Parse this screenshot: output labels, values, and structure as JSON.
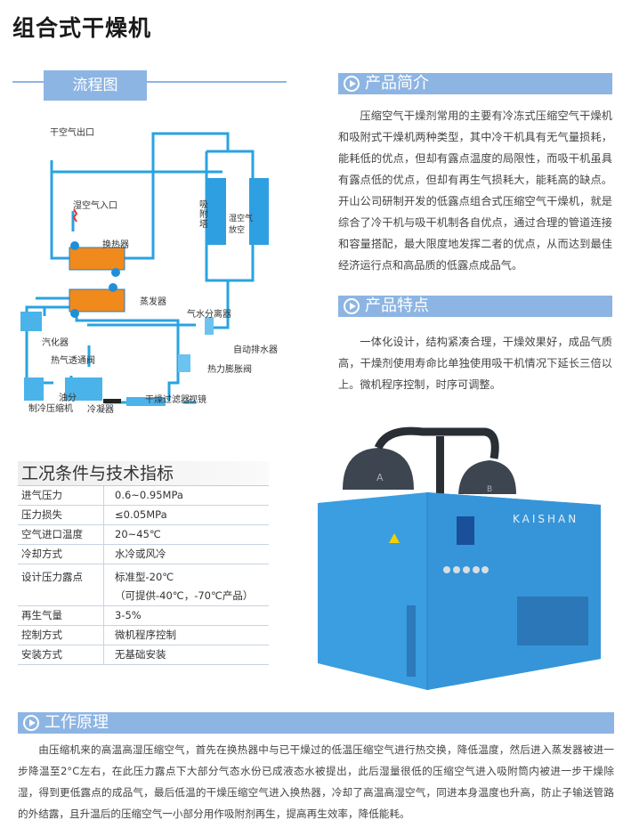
{
  "title": "组合式干燥机",
  "flow": {
    "tab": "流程图",
    "labels": {
      "dry_out": "干空气出口",
      "wet_in": "湿空气入口",
      "heat_ex": "换热器",
      "adsorb": "吸附塔",
      "wet_vent": "湿空气放空",
      "evap": "蒸发器",
      "separator": "气水分离器",
      "vaporizer": "汽化器",
      "drain": "自动排水器",
      "bypass": "热气透通阀",
      "exp_valve": "热力膨胀阀",
      "oil": "油分",
      "compressor": "制冷压缩机",
      "condenser": "冷凝器",
      "filter": "干燥过滤器",
      "sight": "视镜"
    }
  },
  "intro": {
    "heading": "产品简介",
    "text": "压缩空气干燥剂常用的主要有冷冻式压缩空气干燥机和吸附式干燥机两种类型，其中冷干机具有无气量损耗，能耗低的优点，但却有露点温度的局限性，而吸干机虽具有露点低的优点，但却有再生气损耗大，能耗高的缺点。开山公司研制开发的低露点组合式压缩空气干燥机，就是综合了冷干机与吸干机制各自优点，通过合理的管道连接和容量搭配，最大限度地发挥二者的优点，从而达到最佳经济运行点和高品质的低露点成品气。"
  },
  "features": {
    "heading": "产品特点",
    "text": "一体化设计，结构紧凑合理，干燥效果好，成品气质高，干燥剂使用寿命比单独使用吸干机情况下延长三倍以上。微机程序控制，时序可调整。"
  },
  "spec": {
    "title": "工况条件与技术指标",
    "rows": [
      {
        "k": "进气压力",
        "v": "0.6~0.95MPa"
      },
      {
        "k": "压力损失",
        "v": "≤0.05MPa"
      },
      {
        "k": "空气进口温度",
        "v": "20~45℃"
      },
      {
        "k": "冷却方式",
        "v": "水冷或风冷"
      },
      {
        "k": "设计压力露点",
        "v": "标准型-20℃",
        "v2": "（可提供-40℃，-70℃产品）"
      },
      {
        "k": "再生气量",
        "v": "3-5%"
      },
      {
        "k": "控制方式",
        "v": "微机程序控制"
      },
      {
        "k": "安装方式",
        "v": "无基础安装"
      }
    ]
  },
  "machine": {
    "brand": "KAISHAN",
    "tank_a": "A",
    "tank_b": "B"
  },
  "principle": {
    "heading": "工作原理",
    "text": "由压缩机来的高温高湿压缩空气，首先在换热器中与已干燥过的低温压缩空气进行热交换，降低温度，然后进入蒸发器被进一步降温至2°C左右，在此压力露点下大部分气态水份已成液态水被提出，此后湿量很低的压缩空气进入吸附筒内被进一步干燥除湿，得到更低露点的成品气，最后低温的干燥压缩空气进入换热器，冷却了高温高湿空气，同进本身温度也升高，防止子输送管路的外结露，且升温后的压缩空气一小部分用作吸附剂再生，提高再生效率，降低能耗。"
  },
  "colors": {
    "accent": "#8db5e3",
    "pipe": "#29a3e0",
    "exchanger": "#f08a1c",
    "machine": "#3a9ee0"
  }
}
